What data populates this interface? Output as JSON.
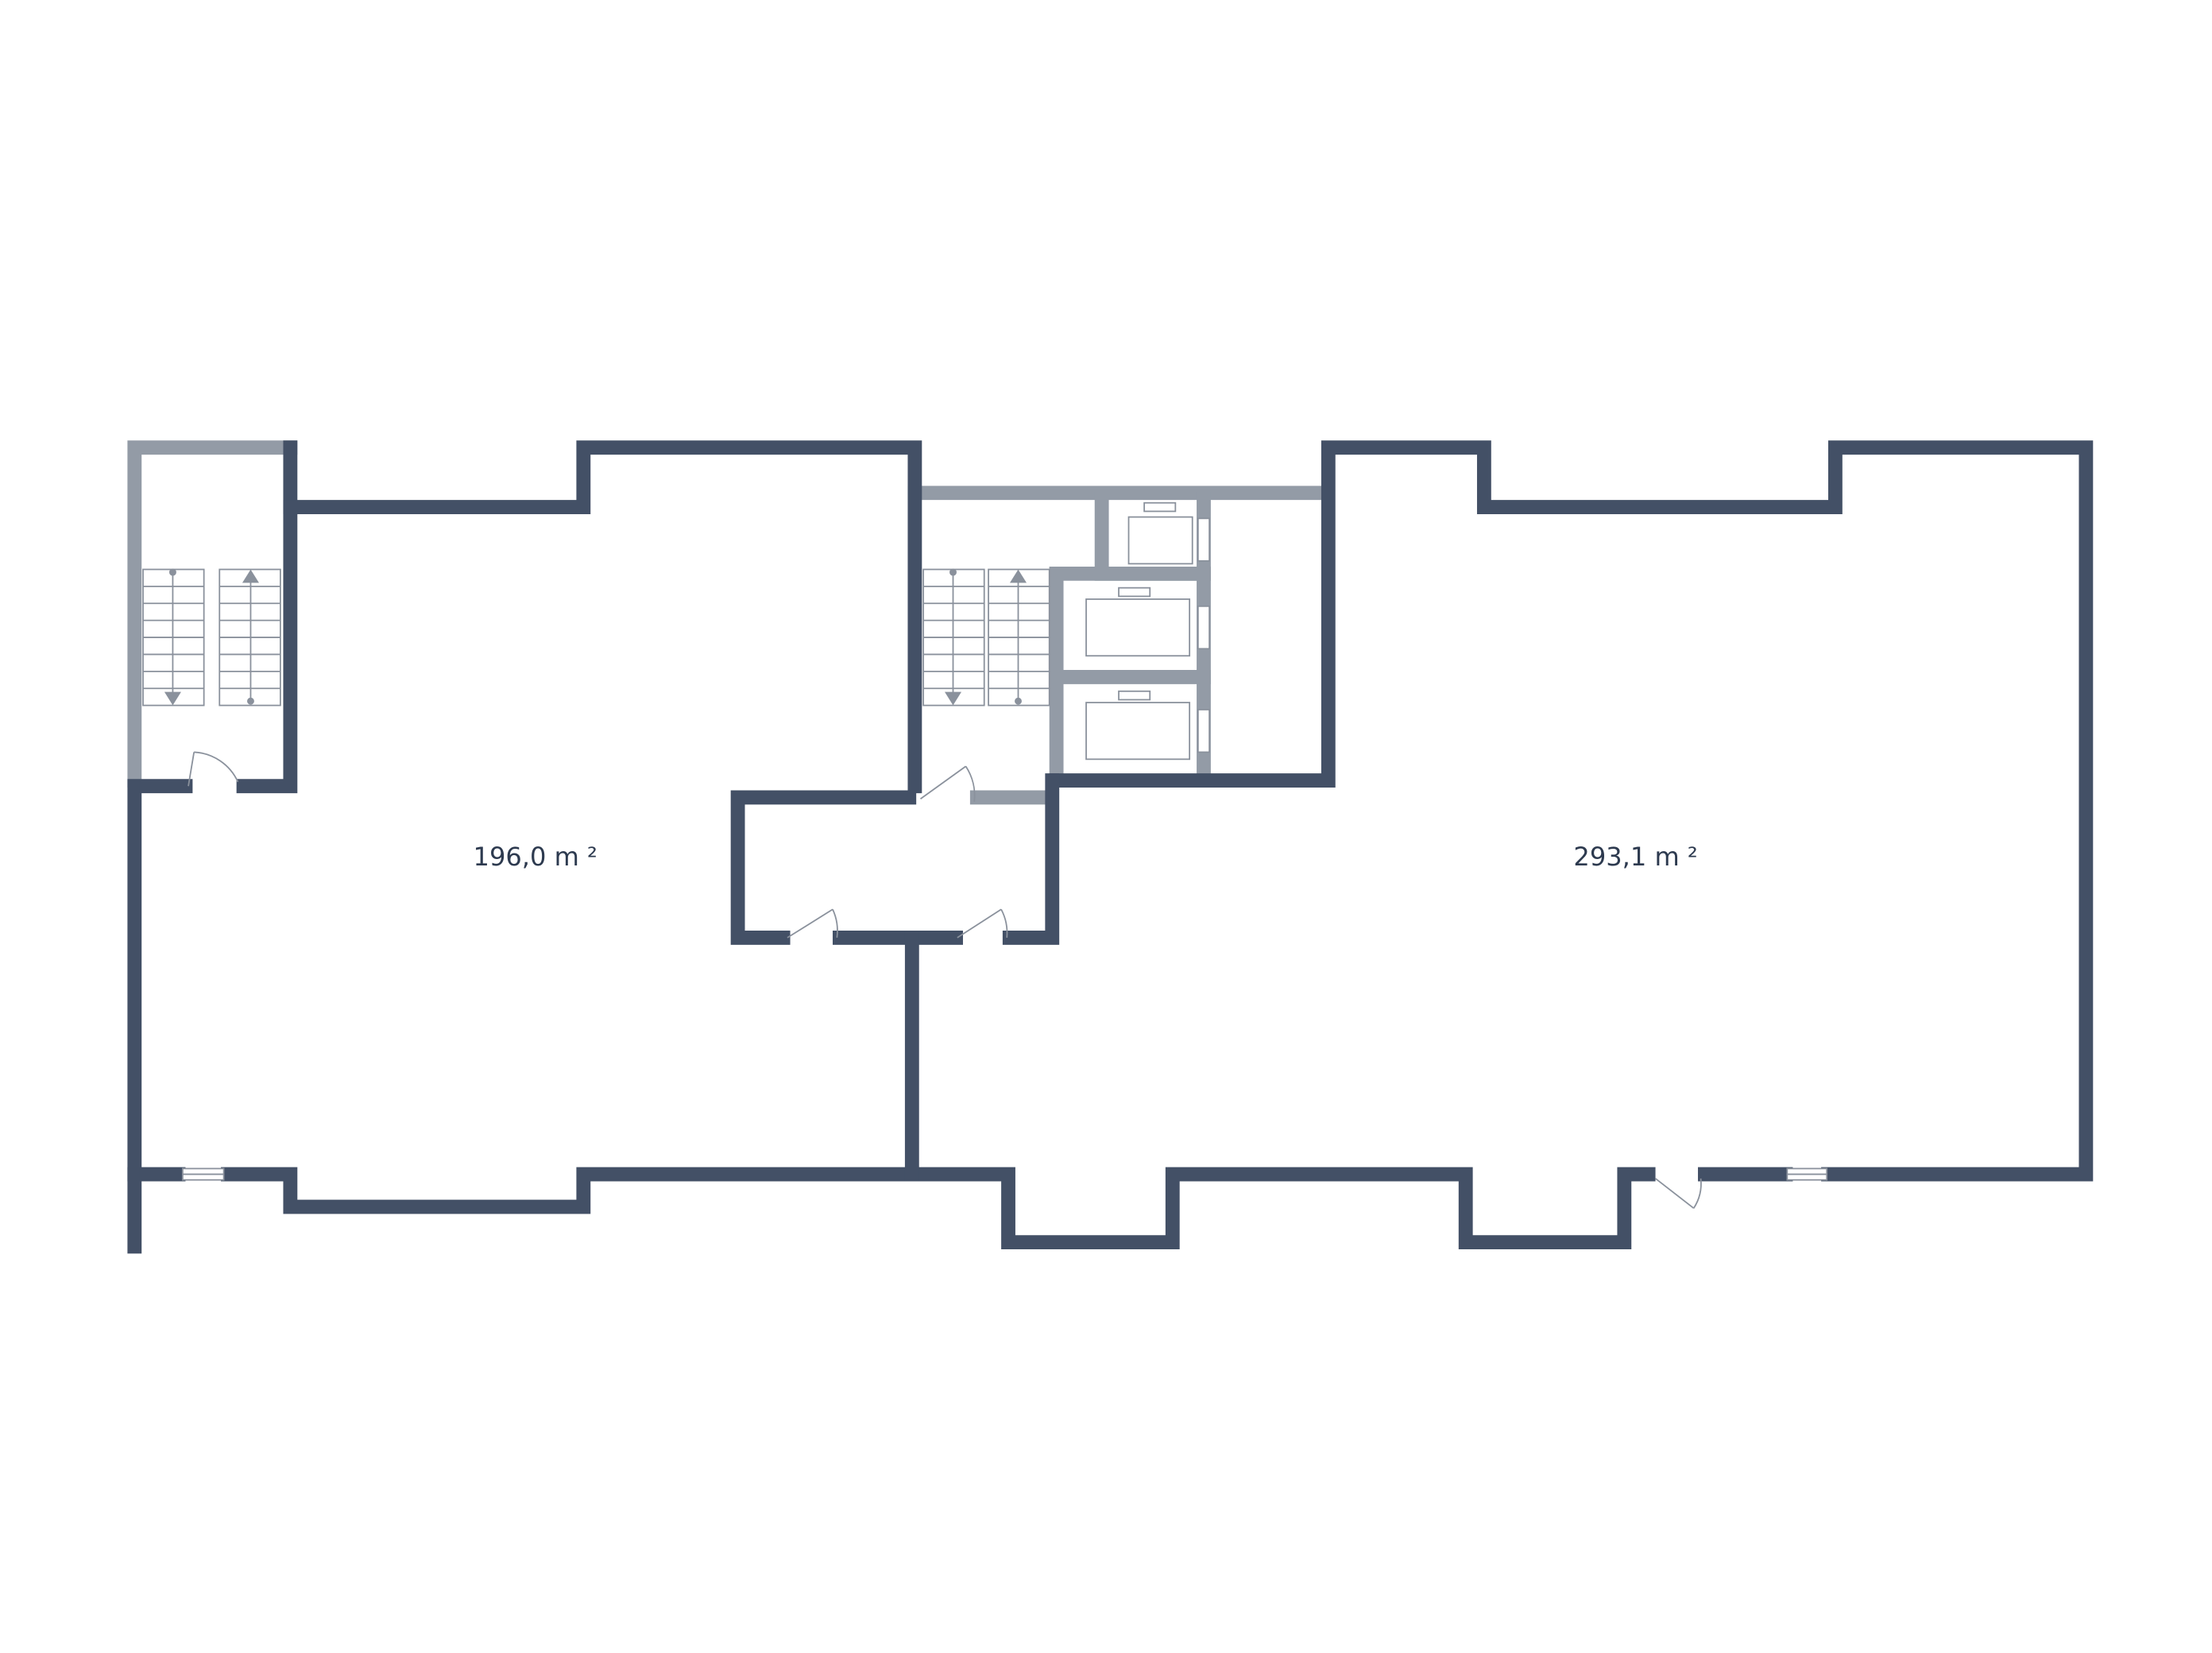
{
  "plan": {
    "colors": {
      "background": "#ffffff",
      "exterior_wall": "#435066",
      "interior_wall": "#939ba6",
      "fixture_line": "#8a919c"
    },
    "areas": [
      {
        "id": "unit-left",
        "label": "196,0 m ²"
      },
      {
        "id": "unit-right",
        "label": "293,1 m ²"
      }
    ],
    "stairs": [
      {
        "id": "stair-left",
        "directions": [
          "down",
          "up"
        ]
      },
      {
        "id": "stair-center",
        "directions": [
          "down",
          "up"
        ]
      }
    ],
    "elevators": [
      {
        "id": "elevator-1"
      },
      {
        "id": "elevator-2"
      },
      {
        "id": "elevator-3"
      }
    ]
  }
}
